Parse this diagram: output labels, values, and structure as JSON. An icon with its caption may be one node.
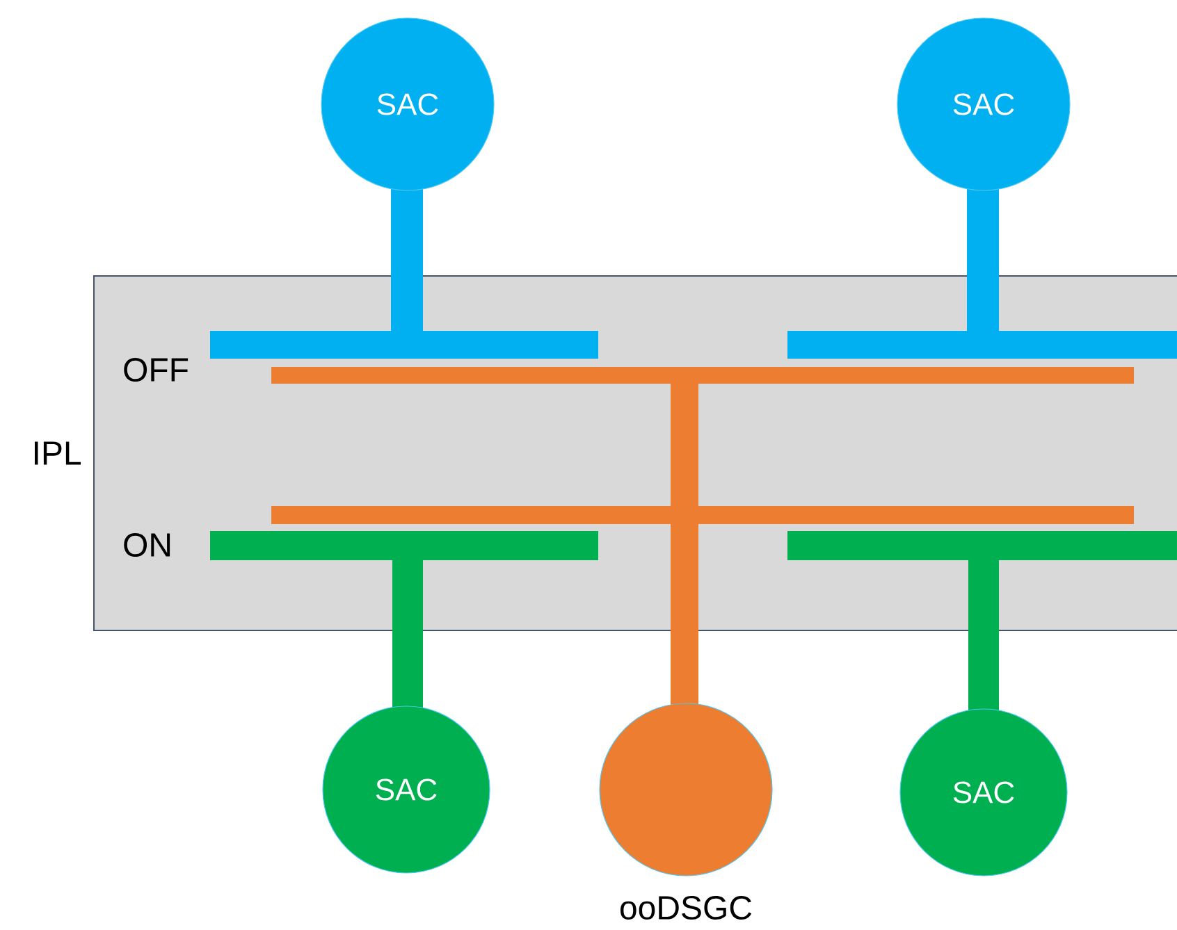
{
  "diagram": {
    "nodes": [
      {
        "text": [
          "IPL"
        ]
      },
      {
        "text": [
          "SAC"
        ]
      },
      {
        "text": [
          "SAC"
        ]
      },
      {
        "text": [
          "SAC"
        ]
      },
      {
        "text": [],
        "shape": "circle",
        "beside": [
          "ooDSGC"
        ]
      },
      {
        "text": [
          "SAC"
        ]
      }
    ],
    "labels": [
      "OFF",
      "ON"
    ]
  }
}
